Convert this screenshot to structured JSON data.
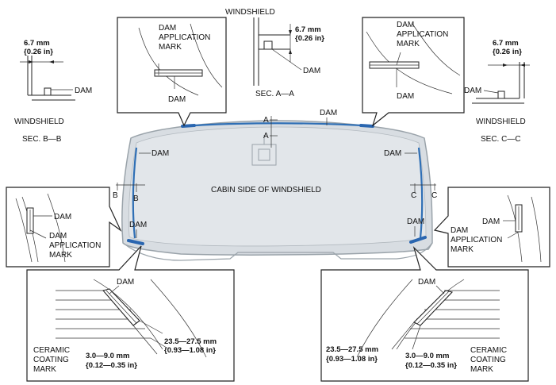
{
  "colors": {
    "glass_fill": "#d8dde2",
    "glass_edge": "#9aa3aa",
    "dam_line": "#2f6fb5",
    "callout_bg": "#f2f2f2"
  },
  "labels": {
    "cabin_side": "CABIN SIDE OF WINDSHIELD",
    "dam": "DAM",
    "windshield": "WINDSHIELD",
    "dam_application_mark": [
      "DAM",
      "APPLICATION",
      "MARK"
    ],
    "ceramic_coating_mark": [
      "CERAMIC",
      "COATING",
      "MARK"
    ],
    "sec_a": "SEC. A—A",
    "sec_b": "SEC. B—B",
    "sec_c": "SEC. C—C",
    "cut_a": "A",
    "cut_b": "B",
    "cut_c": "C"
  },
  "dimensions": {
    "dam_height_mm": "6.7 mm",
    "dam_height_in": "{0.26 in}",
    "offset_mm": "23.5—27.5 mm",
    "offset_in": "{0.93—1.08 in}",
    "width_mm": "3.0—9.0 mm",
    "width_in": "{0.12—0.35 in}"
  }
}
